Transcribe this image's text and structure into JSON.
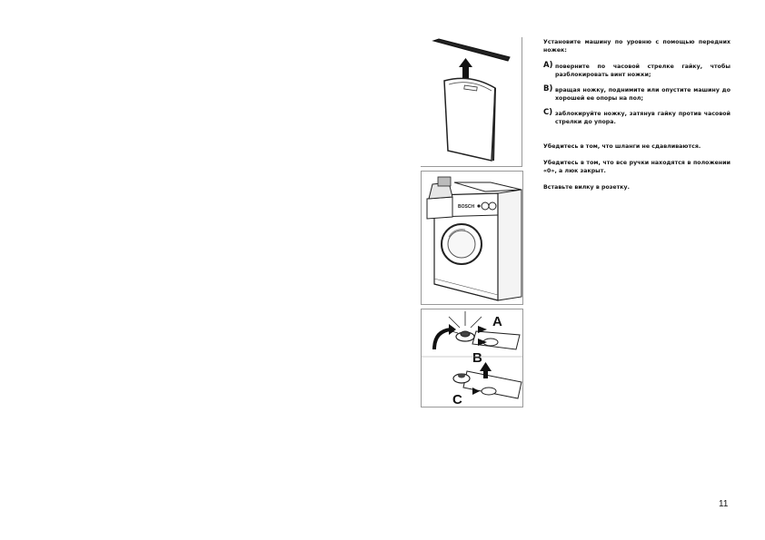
{
  "instructions": {
    "intro": "Установите машину по уровню с помощью передних ножек:",
    "steps": [
      {
        "letter": "A)",
        "text": "поверните по часовой стрелке гайку, чтобы разблокировать винт ножки;"
      },
      {
        "letter": "B)",
        "text": "вращая ножку, поднимите или опустите машину до хорошей ее опоры на пол;"
      },
      {
        "letter": "C)",
        "text": "заблокируйте ножку, затянув гайку против часовой стрелки до упора."
      }
    ],
    "note_door": "Убедитесь в том, что шланги не сдавливаются.",
    "note_knobs": "Убедитесь в том, что все ручки находятся в положении «0», а люк закрыт.",
    "note_plug": "Вставьте вилку в розетку."
  },
  "figures": {
    "fig3_labels": {
      "a": "A",
      "b": "B",
      "c": "C"
    },
    "fig2_brand": "BOSCH"
  },
  "page_number": "11"
}
